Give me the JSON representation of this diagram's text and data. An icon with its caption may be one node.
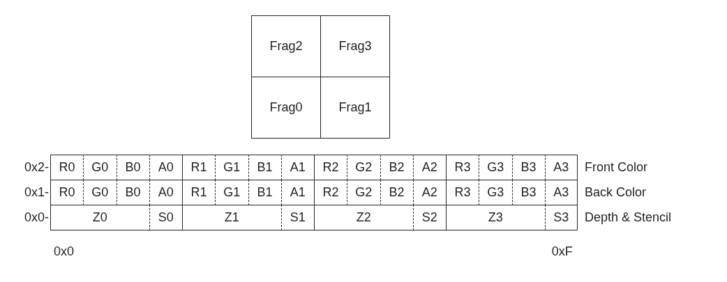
{
  "diagram": {
    "labels": [
      "Frag2",
      "Frag3",
      "Frag0",
      "Frag1",
      "0x2-",
      "R0",
      "G0",
      "B0",
      "A0",
      "R1",
      "G1",
      "B1",
      "A1",
      "R2",
      "G2",
      "B2",
      "A2",
      "R3",
      "G3",
      "B3",
      "A3",
      "Front Color",
      "0x1-",
      "R0",
      "G0",
      "B0",
      "A0",
      "R1",
      "G1",
      "B1",
      "A1",
      "R2",
      "G2",
      "B2",
      "A2",
      "R3",
      "G3",
      "B3",
      "A3",
      "Back Color",
      "0x0-",
      "Z0",
      "S0",
      "Z1",
      "S1",
      "Z2",
      "S2",
      "Z3",
      "S3",
      "Depth & Stencil",
      "0x0",
      "0xF"
    ]
  }
}
